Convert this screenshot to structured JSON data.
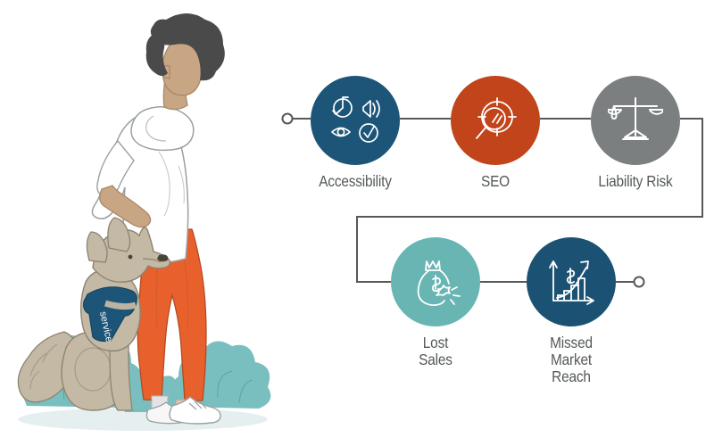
{
  "illustration": {
    "alt_name": "person-with-service-dog-illustration",
    "person": {
      "hair_color": "#4a4a4a",
      "skin_color": "#c9a683",
      "hoodie_color": "#ffffff",
      "pants_color": "#e8612c",
      "shoe_color": "#f4f4f4"
    },
    "dog": {
      "body_color": "#c4b9a4",
      "vest_color": "#1d5578",
      "vest_label": "service"
    },
    "foliage_color": "#6fbdbd",
    "ground_color": "#e6eff0"
  },
  "flow": {
    "line_color": "#55595b",
    "endpoint_start_label": "",
    "endpoint_end_label": "",
    "nodes": [
      {
        "id": "accessibility",
        "label": "Accessibility",
        "color": "#1d5578",
        "icon": "accessibility-icons",
        "row": "top",
        "order": 1
      },
      {
        "id": "seo",
        "label": "SEO",
        "color": "#c1441a",
        "icon": "magnifier-target-icon",
        "row": "top",
        "order": 2
      },
      {
        "id": "liability",
        "label": "Liability Risk",
        "color": "#7b7f80",
        "icon": "balance-scales-icon",
        "row": "top",
        "order": 3
      },
      {
        "id": "lost-sales",
        "label": "Lost\nSales",
        "color": "#68b5b3",
        "icon": "money-bag-icon",
        "row": "bottom",
        "order": 4
      },
      {
        "id": "missed-market-reach",
        "label": "Missed\nMarket Reach",
        "color": "#1b5274",
        "icon": "growth-chart-icon",
        "row": "bottom",
        "order": 5
      }
    ]
  }
}
